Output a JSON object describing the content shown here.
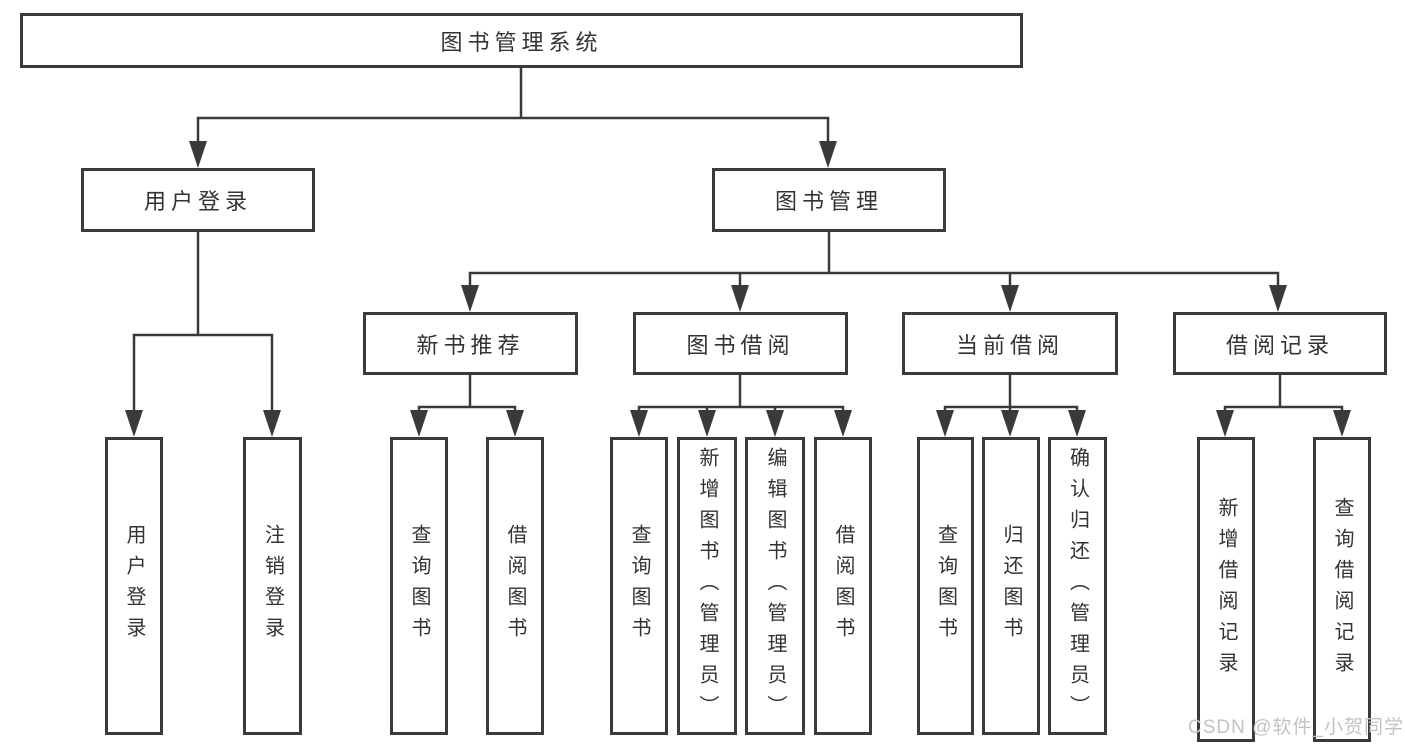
{
  "tree": {
    "label": "图书管理系统",
    "children": [
      {
        "label": "用户登录",
        "children": [
          {
            "label": "用户登录"
          },
          {
            "label": "注销登录"
          }
        ]
      },
      {
        "label": "图书管理",
        "children": [
          {
            "label": "新书推荐",
            "children": [
              {
                "label": "查询图书"
              },
              {
                "label": "借阅图书"
              }
            ]
          },
          {
            "label": "图书借阅",
            "children": [
              {
                "label": "查询图书"
              },
              {
                "label": "新增图书（管理员）"
              },
              {
                "label": "编辑图书（管理员）"
              },
              {
                "label": "借阅图书"
              }
            ]
          },
          {
            "label": "当前借阅",
            "children": [
              {
                "label": "查询图书"
              },
              {
                "label": "归还图书"
              },
              {
                "label": "确认归还（管理员）"
              }
            ]
          },
          {
            "label": "借阅记录",
            "children": [
              {
                "label": "新增借阅记录"
              },
              {
                "label": "查询借阅记录"
              }
            ]
          }
        ]
      }
    ]
  },
  "watermark": {
    "text": "CSDN @软件_小贺同学"
  },
  "colors": {
    "line": "#3a3a3a",
    "text": "#333333",
    "background": "#ffffff",
    "watermark": "#c3c3c3"
  }
}
